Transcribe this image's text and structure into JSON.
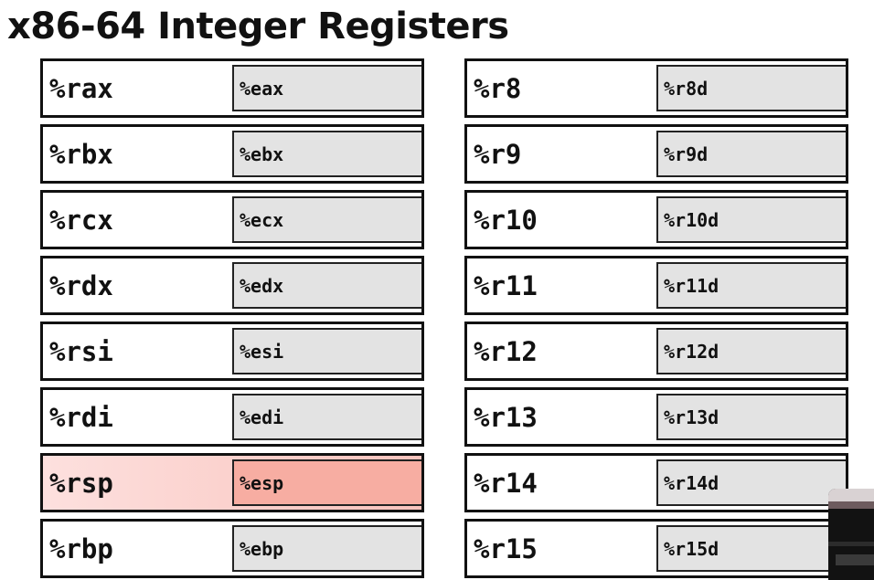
{
  "title": "x86-64 Integer Registers",
  "left_registers": [
    {
      "r64": "%rax",
      "r32": "%eax",
      "highlight": false
    },
    {
      "r64": "%rbx",
      "r32": "%ebx",
      "highlight": false
    },
    {
      "r64": "%rcx",
      "r32": "%ecx",
      "highlight": false
    },
    {
      "r64": "%rdx",
      "r32": "%edx",
      "highlight": false
    },
    {
      "r64": "%rsi",
      "r32": "%esi",
      "highlight": false
    },
    {
      "r64": "%rdi",
      "r32": "%edi",
      "highlight": false
    },
    {
      "r64": "%rsp",
      "r32": "%esp",
      "highlight": true
    },
    {
      "r64": "%rbp",
      "r32": "%ebp",
      "highlight": false
    }
  ],
  "right_registers": [
    {
      "r64": "%r8",
      "r32": "%r8d",
      "highlight": false
    },
    {
      "r64": "%r9",
      "r32": "%r9d",
      "highlight": false
    },
    {
      "r64": "%r10",
      "r32": "%r10d",
      "highlight": false
    },
    {
      "r64": "%r11",
      "r32": "%r11d",
      "highlight": false
    },
    {
      "r64": "%r12",
      "r32": "%r12d",
      "highlight": false
    },
    {
      "r64": "%r13",
      "r32": "%r13d",
      "highlight": false
    },
    {
      "r64": "%r14",
      "r32": "%r14d",
      "highlight": false
    },
    {
      "r64": "%r15",
      "r32": "%r15d",
      "highlight": false
    }
  ],
  "colors": {
    "box_border": "#111111",
    "sub_register_fill": "#e3e3e3",
    "highlight_fill": "#f9c3bd",
    "highlight_sub_fill": "#f7ada2"
  }
}
